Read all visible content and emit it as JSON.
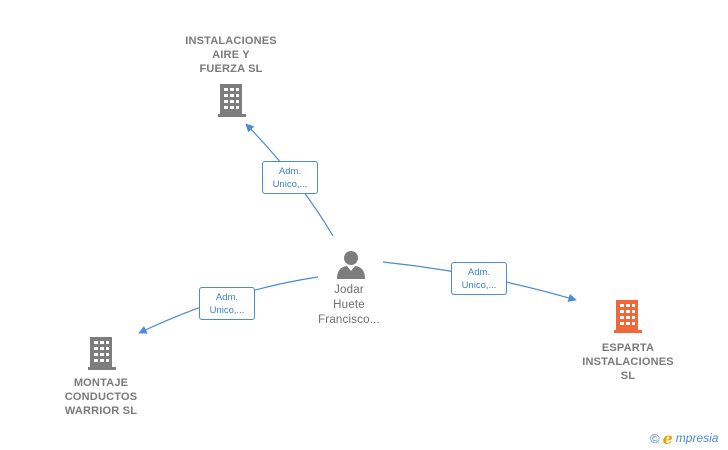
{
  "colors": {
    "edge": "#4a8ad6",
    "company_icon": "#7d7d7d",
    "highlight_company_icon": "#f0683a",
    "person_icon": "#7d7d7d"
  },
  "nodes": {
    "company_top": {
      "lines": [
        "INSTALACIONES",
        "AIRE Y",
        "FUERZA  SL"
      ],
      "icon": "building-icon"
    },
    "company_left": {
      "lines": [
        "MONTAJE",
        "CONDUCTOS",
        "WARRIOR  SL"
      ],
      "icon": "building-icon"
    },
    "company_right": {
      "lines": [
        "ESPARTA",
        "INSTALACIONES",
        "SL"
      ],
      "icon": "building-icon",
      "highlighted": true
    },
    "person_center": {
      "lines": [
        "Jodar",
        "Huete",
        "Francisco..."
      ],
      "icon": "person-icon"
    }
  },
  "edges": {
    "to_top": {
      "lines": [
        "Adm.",
        "Unico,..."
      ]
    },
    "to_left": {
      "lines": [
        "Adm.",
        "Unico,..."
      ]
    },
    "to_right": {
      "lines": [
        "Adm.",
        "Unico,..."
      ]
    }
  },
  "brand": {
    "copyright": "©",
    "initial": "e",
    "rest": "mpresia"
  }
}
